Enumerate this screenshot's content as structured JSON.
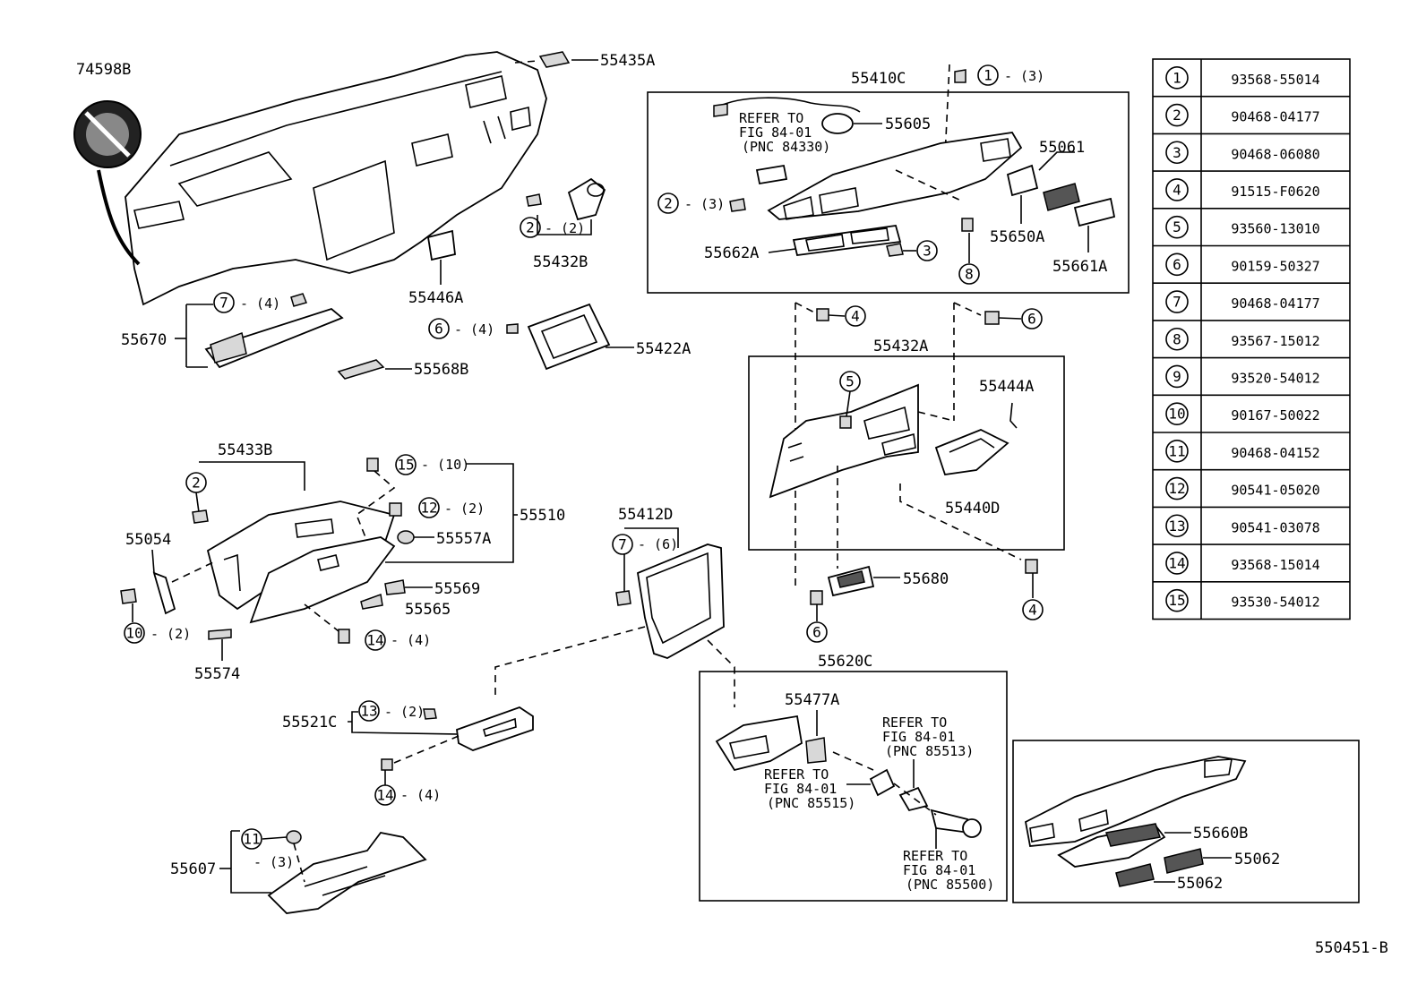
{
  "callouts": {
    "c74598B": "74598B",
    "c55435A": "55435A",
    "c55410C": "55410C",
    "c55605": "55605",
    "c55061": "55061",
    "c55650A": "55650A",
    "c55661A": "55661A",
    "c55662A": "55662A",
    "c55432B": "55432B",
    "c55446A": "55446A",
    "c55422A": "55422A",
    "c55670": "55670",
    "c55568B": "55568B",
    "c55432A": "55432A",
    "c55444A": "55444A",
    "c55440D": "55440D",
    "c55680": "55680",
    "c55433B": "55433B",
    "c55510": "55510",
    "c55557A": "55557A",
    "c55569": "55569",
    "c55565": "55565",
    "c55054": "55054",
    "c55574": "55574",
    "c55412D": "55412D",
    "c55620C": "55620C",
    "c55477A": "55477A",
    "c55521C": "55521C",
    "c55607": "55607",
    "c55660B": "55660B",
    "c55062a": "55062",
    "c55062b": "55062",
    "figure_id": "550451-B"
  },
  "qty": {
    "q1_3": "- (3)",
    "q2_3": "- (3)",
    "q2_2": "- (2)",
    "q7_4": "- (4)",
    "q6_4": "- (4)",
    "q15_10": "- (10)",
    "q12_2": "- (2)",
    "q10_2": "- (2)",
    "q14_4a": "- (4)",
    "q7_6": "- (6)",
    "q13_2": "- (2)",
    "q14_4b": "- (4)",
    "q11_3": "- (3)"
  },
  "refs": {
    "r1": [
      "REFER TO",
      "FIG 84-01",
      "(PNC 84330)"
    ],
    "r2": [
      "REFER TO",
      "FIG 84-01",
      "(PNC 85513)"
    ],
    "r3": [
      "REFER TO",
      "FIG 84-01",
      "(PNC 85515)"
    ],
    "r4": [
      "REFER TO",
      "FIG 84-01",
      "(PNC 85500)"
    ]
  },
  "circled": {
    "n1": "1",
    "n2": "2",
    "n3": "3",
    "n4": "4",
    "n5": "5",
    "n6": "6",
    "n7": "7",
    "n8": "8",
    "n10": "10",
    "n11": "11",
    "n12": "12",
    "n13": "13",
    "n14": "14",
    "n15": "15"
  },
  "parts_table": [
    {
      "num": "1",
      "part": "93568-55014"
    },
    {
      "num": "2",
      "part": "90468-04177"
    },
    {
      "num": "3",
      "part": "90468-06080"
    },
    {
      "num": "4",
      "part": "91515-F0620"
    },
    {
      "num": "5",
      "part": "93560-13010"
    },
    {
      "num": "6",
      "part": "90159-50327"
    },
    {
      "num": "7",
      "part": "90468-04177"
    },
    {
      "num": "8",
      "part": "93567-15012"
    },
    {
      "num": "9",
      "part": "93520-54012"
    },
    {
      "num": "10",
      "part": "90167-50022"
    },
    {
      "num": "11",
      "part": "90468-04152"
    },
    {
      "num": "12",
      "part": "90541-05020"
    },
    {
      "num": "13",
      "part": "90541-03078"
    },
    {
      "num": "14",
      "part": "93568-15014"
    },
    {
      "num": "15",
      "part": "93530-54012"
    }
  ]
}
